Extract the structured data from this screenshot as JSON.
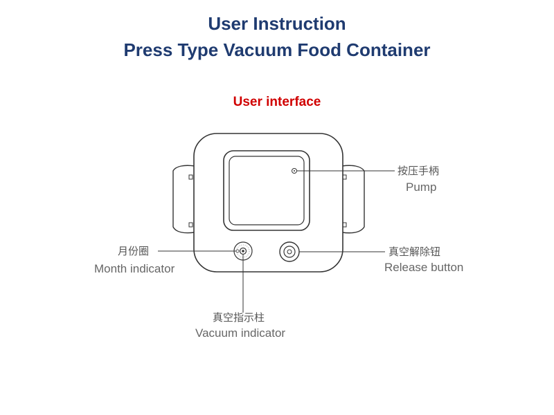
{
  "header": {
    "title_line1": "User Instruction",
    "title_line2": "Press Type Vacuum Food Container",
    "subtitle": "User interface"
  },
  "labels": {
    "pump_cn": "按压手柄",
    "pump_en": "Pump",
    "month_cn": "月份圈",
    "month_en": "Month indicator",
    "release_cn": "真空解除钮",
    "release_en": "Release button",
    "vacuum_cn": "真空指示柱",
    "vacuum_en": "Vacuum indicator"
  },
  "colors": {
    "title": "#1f3b70",
    "subtitle": "#d00000",
    "line": "#333333",
    "label": "#555555"
  }
}
